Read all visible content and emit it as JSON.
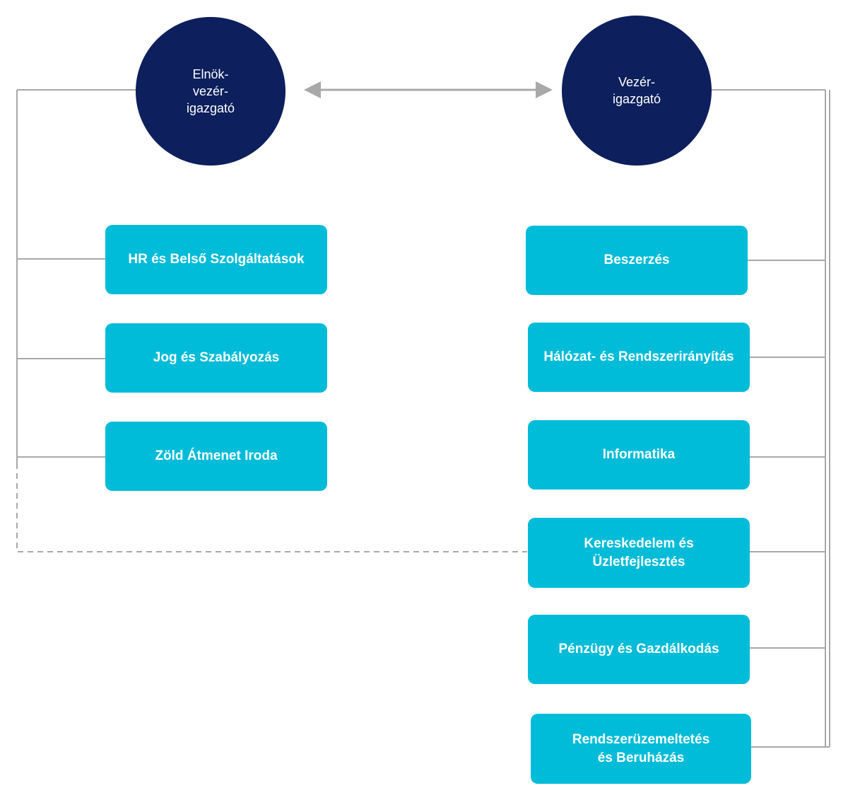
{
  "colors": {
    "circle": "#0d1f5c",
    "box": "#00bcd9",
    "line": "#a8a8a8",
    "arrow": "#a8a8a8"
  },
  "executives": {
    "president_ceo": {
      "lines": [
        "Elnök-",
        "vezér-",
        "igazgató"
      ]
    },
    "ceo": {
      "lines": [
        "Vezér-",
        "igazgató"
      ]
    }
  },
  "left_units": [
    {
      "lines": [
        "HR és Belső Szolgáltatások"
      ]
    },
    {
      "lines": [
        "Jog és Szabályozás"
      ]
    },
    {
      "lines": [
        "Zöld Átmenet Iroda"
      ]
    }
  ],
  "right_units": [
    {
      "lines": [
        "Beszerzés"
      ]
    },
    {
      "lines": [
        "Hálózat- és Rendszerirányítás"
      ]
    },
    {
      "lines": [
        "Informatika"
      ]
    },
    {
      "lines": [
        "Kereskedelem és",
        "Üzletfejlesztés"
      ]
    },
    {
      "lines": [
        "Pénzügy és Gazdálkodás"
      ]
    },
    {
      "lines": [
        "Rendszerüzemeltetés",
        "és Beruházás"
      ]
    }
  ]
}
